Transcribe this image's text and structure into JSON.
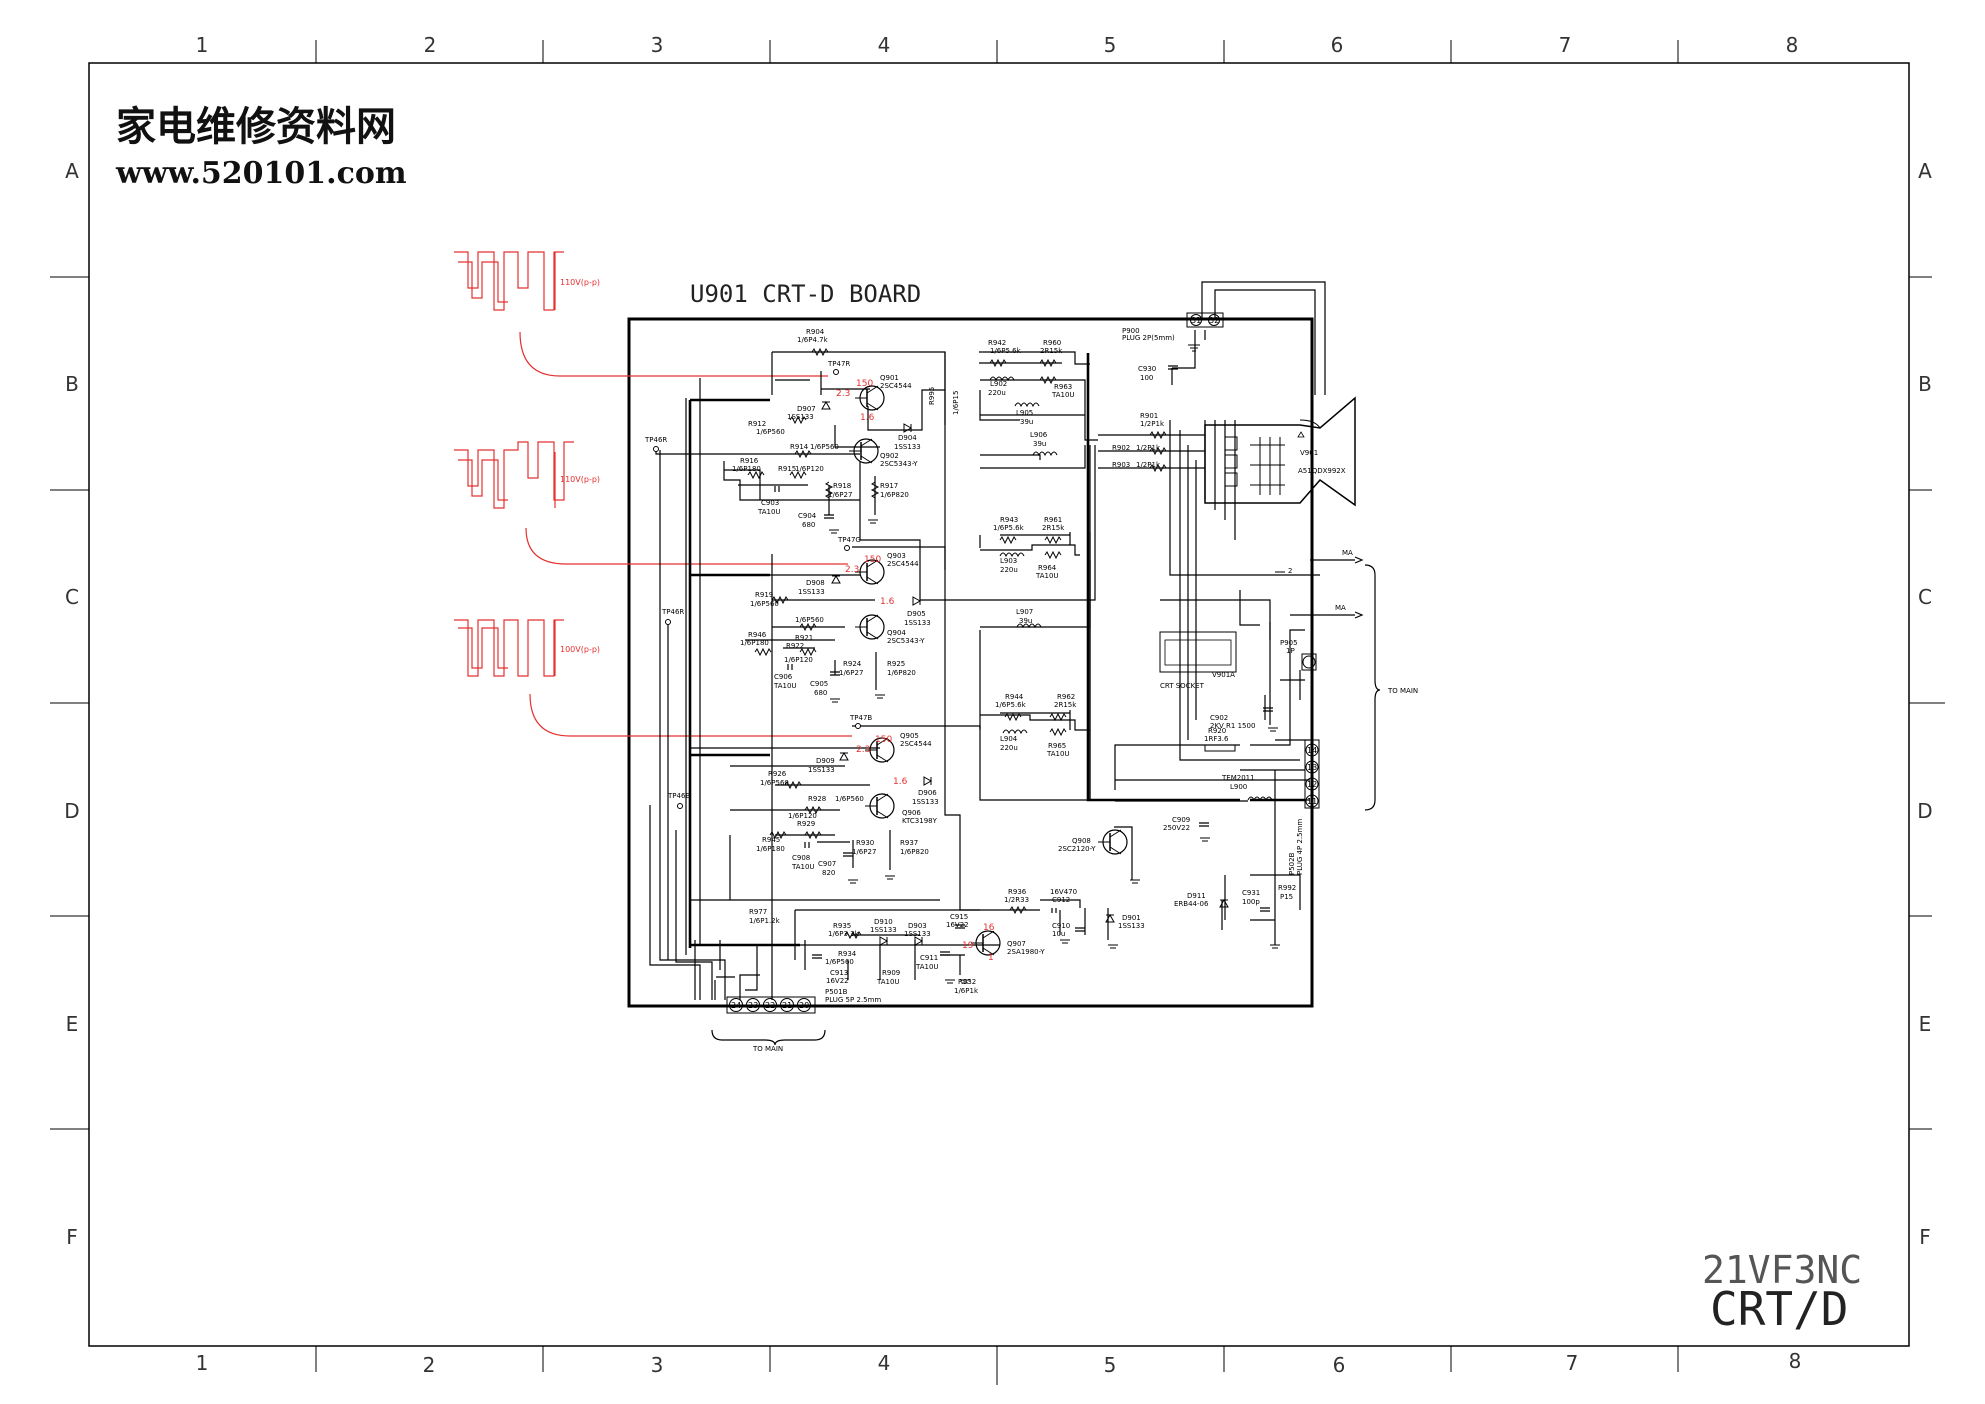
{
  "watermark": {
    "site_name": "家电维修资料网",
    "url": "www.520101.com"
  },
  "board_title": "U901 CRT-D BOARD",
  "model": {
    "number": "21VF3NC",
    "section": "CRT/D"
  },
  "grid": {
    "columns": [
      "1",
      "2",
      "3",
      "4",
      "5",
      "6",
      "7",
      "8"
    ],
    "rows": [
      "A",
      "B",
      "C",
      "D",
      "E",
      "F"
    ]
  },
  "waveforms": [
    {
      "amplitude": "110V(p-p)"
    },
    {
      "amplitude": "110V(p-p)"
    },
    {
      "amplitude": "100V(p-p)"
    }
  ],
  "test_points": {
    "tp47r": "TP47R",
    "tp47g": "TP47G",
    "tp47b": "TP47B",
    "tp46r": "TP46R",
    "tp46b": "TP46B"
  },
  "transistors": {
    "q901": {
      "ref": "Q901",
      "part": "2SC4544"
    },
    "q902": {
      "ref": "Q902",
      "part": "2SC5343-Y"
    },
    "q903": {
      "ref": "Q903",
      "part": "2SC4544"
    },
    "q904": {
      "ref": "Q904",
      "part": "2SC5343-Y"
    },
    "q905": {
      "ref": "Q905",
      "part": "2SC4544"
    },
    "q906": {
      "ref": "Q906",
      "part": "KTC3198Y"
    },
    "q907": {
      "ref": "Q907",
      "part": "2SA1980-Y"
    },
    "q908": {
      "ref": "Q908",
      "part": "2SC2120-Y"
    }
  },
  "voltages": {
    "b_base": "2.3",
    "b_col": "150",
    "b_emit": "1.6",
    "g_base": "2.3",
    "g_col": "150",
    "g_emit": "1.6",
    "bl_base": "2.3",
    "bl_col": "150",
    "bl_emit": "1.6",
    "q907_e": "16",
    "q907_b": "19",
    "q907_c": "1"
  },
  "resistors": {
    "r904": {
      "ref": "R904",
      "val": "1/6P4.7k"
    },
    "r912": {
      "ref": "R912",
      "val": "1/6P560"
    },
    "r914": {
      "ref": "R914",
      "val": "1/6P560"
    },
    "r916": {
      "ref": "R916",
      "val": "1/6P180"
    },
    "r915": {
      "ref": "R915",
      "val": "1/6P120"
    },
    "r918": {
      "ref": "R918",
      "val": "1/6P27"
    },
    "r917": {
      "ref": "R917",
      "val": "1/6P820"
    },
    "r995": {
      "ref": "R995",
      "val": "1/6P15"
    },
    "r919": {
      "ref": "R919",
      "val": "1/6P560"
    },
    "r946": {
      "ref": "R946",
      "val": "1/6P180"
    },
    "r921": {
      "ref": "R921",
      "val": "1/6P560"
    },
    "r922": {
      "ref": "R922",
      "val": "1/6P120"
    },
    "r924": {
      "ref": "R924",
      "val": "1/6P27"
    },
    "r925": {
      "ref": "R925",
      "val": "1/6P820"
    },
    "r926": {
      "ref": "R926",
      "val": "1/6P560"
    },
    "r928": {
      "ref": "R928",
      "val": "1/6P560"
    },
    "r929": {
      "ref": "R929",
      "val": "1/6P120"
    },
    "r945": {
      "ref": "R945",
      "val": "1/6P180"
    },
    "r930": {
      "ref": "R930",
      "val": "1/6P27"
    },
    "r937": {
      "ref": "R937",
      "val": "1/6P820"
    },
    "r977": {
      "ref": "R977",
      "val": "1/6P1.2k"
    },
    "r935": {
      "ref": "R935",
      "val": "1/6P3.3k"
    },
    "r934": {
      "ref": "R934",
      "val": "1/6P560"
    },
    "r909": {
      "ref": "R909",
      "val": "TA10U"
    },
    "r932": {
      "ref": "R932",
      "val": "1/6P1k"
    },
    "r936": {
      "ref": "R936",
      "val": "1/2R33"
    },
    "r942": {
      "ref": "R942",
      "val": "1/6P5.6k"
    },
    "r960": {
      "ref": "R960",
      "val": "2R15k"
    },
    "r963": {
      "ref": "R963",
      "val": "TA10U"
    },
    "r943": {
      "ref": "R943",
      "val": "1/6P5.6k"
    },
    "r961": {
      "ref": "R961",
      "val": "2R15k"
    },
    "r964": {
      "ref": "R964",
      "val": "TA10U"
    },
    "r944": {
      "ref": "R944",
      "val": "1/6P5.6k"
    },
    "r962": {
      "ref": "R962",
      "val": "2R15k"
    },
    "r965": {
      "ref": "R965",
      "val": "TA10U"
    },
    "r901": {
      "ref": "R901",
      "val": "1/2P1k"
    },
    "r902": {
      "ref": "R902",
      "val": "1/2P1k"
    },
    "r903": {
      "ref": "R903",
      "val": "1/2P1k"
    },
    "r920": {
      "ref": "R920",
      "val": "1RF3.6"
    },
    "r992": {
      "ref": "R992",
      "val": "P15"
    }
  },
  "diodes": {
    "d907": {
      "ref": "D907",
      "part": "1SS133"
    },
    "d904": {
      "ref": "D904",
      "part": "1SS133"
    },
    "d908": {
      "ref": "D908",
      "part": "1SS133"
    },
    "d905": {
      "ref": "D905",
      "part": "1SS133"
    },
    "d909": {
      "ref": "D909",
      "part": "1SS133"
    },
    "d906": {
      "ref": "D906",
      "part": "1SS133"
    },
    "d910": {
      "ref": "D910",
      "part": "1SS133"
    },
    "d903": {
      "ref": "D903",
      "part": "1SS133"
    },
    "d901": {
      "ref": "D901",
      "part": "1SS133"
    },
    "d911": {
      "ref": "D911",
      "part": "ERB44-06"
    }
  },
  "capacitors": {
    "c903": {
      "ref": "C903",
      "val": "TA10U"
    },
    "c904": {
      "ref": "C904",
      "val": "680"
    },
    "c906": {
      "ref": "C906",
      "val": "TA10U"
    },
    "c905": {
      "ref": "C905",
      "val": "680"
    },
    "c908": {
      "ref": "C908",
      "val": "TA10U"
    },
    "c907": {
      "ref": "C907",
      "val": "820"
    },
    "c913": {
      "ref": "C913",
      "val": "16V22"
    },
    "c915": {
      "ref": "C915",
      "val": "16V22"
    },
    "c911": {
      "ref": "C911",
      "val": "TA10U"
    },
    "c912": {
      "ref": "C912",
      "val": "16V470"
    },
    "c910": {
      "ref": "C910",
      "val": "10u"
    },
    "c930": {
      "ref": "C930",
      "val": "100"
    },
    "c902": {
      "ref": "C902",
      "val": "2KV R1 1500"
    },
    "c909": {
      "ref": "C909",
      "val": "250V22"
    },
    "c931": {
      "ref": "C931",
      "val": "100p"
    }
  },
  "inductors": {
    "l902": {
      "ref": "L902",
      "val": "220u"
    },
    "l905": {
      "ref": "L905",
      "val": "39u"
    },
    "l906": {
      "ref": "L906",
      "val": "39u"
    },
    "l903": {
      "ref": "L903",
      "val": "220u"
    },
    "l907": {
      "ref": "L907",
      "val": "39u"
    },
    "l904": {
      "ref": "L904",
      "val": "220u"
    },
    "l900": {
      "ref": "L900",
      "part": "TEM2011"
    }
  },
  "plugs": {
    "p900": {
      "ref": "P900",
      "desc": "PLUG 2P(5mm)"
    },
    "p501b": {
      "ref": "P501B",
      "desc": "PLUG 5P 2.5mm"
    },
    "p502b": {
      "ref": "P502B",
      "desc": "PLUG 4P 2.5mm"
    },
    "p905": {
      "ref": "P905",
      "desc": "1P"
    }
  },
  "crt": {
    "ref": "V901",
    "part": "A51QDX992X",
    "socket": "CRT SOCKET",
    "socket_ref": "V901A"
  },
  "connector_pins": {
    "top": [
      "31",
      "32"
    ],
    "right": [
      "14",
      "13",
      "12",
      "11"
    ],
    "bottom": [
      "24",
      "23",
      "22",
      "21",
      "20"
    ]
  },
  "signals": {
    "ma": "MA",
    "to_main": "TO MAIN",
    "to_main_bottom": "TO MAIN",
    "ground2": "2"
  }
}
